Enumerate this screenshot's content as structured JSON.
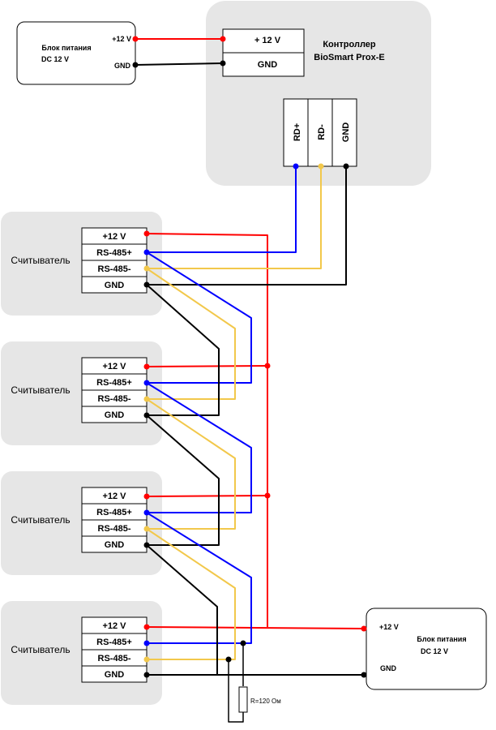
{
  "psu_top": {
    "title_line1": "Блок питания",
    "title_line2": "DC 12 V",
    "plus_label": "+12 V",
    "gnd_label": "GND"
  },
  "controller": {
    "title_line1": "Контроллер",
    "title_line2": "BioSmart Prox-E",
    "power_plus": "+ 12 V",
    "power_gnd": "GND",
    "rd_plus": "RD+",
    "rd_minus": "RD-",
    "rd_gnd": "GND"
  },
  "readers": [
    {
      "label": "Считыватель",
      "pins": [
        "+12 V",
        "RS-485+",
        "RS-485-",
        "GND"
      ]
    },
    {
      "label": "Считыватель",
      "pins": [
        "+12 V",
        "RS-485+",
        "RS-485-",
        "GND"
      ]
    },
    {
      "label": "Считыватель",
      "pins": [
        "+12 V",
        "RS-485+",
        "RS-485-",
        "GND"
      ]
    },
    {
      "label": "Считыватель",
      "pins": [
        "+12 V",
        "RS-485+",
        "RS-485-",
        "GND"
      ]
    }
  ],
  "psu_bottom": {
    "title_line1": "Блок питания",
    "title_line2": "DC 12 V",
    "plus_label": "+12 V",
    "gnd_label": "GND"
  },
  "resistor": {
    "label": "R=120 Ом"
  },
  "colors": {
    "power": "#ff0000",
    "rs485_plus": "#0000ff",
    "rs485_minus": "#f2c84b",
    "gnd": "#000000",
    "panel": "#e6e6e6"
  }
}
